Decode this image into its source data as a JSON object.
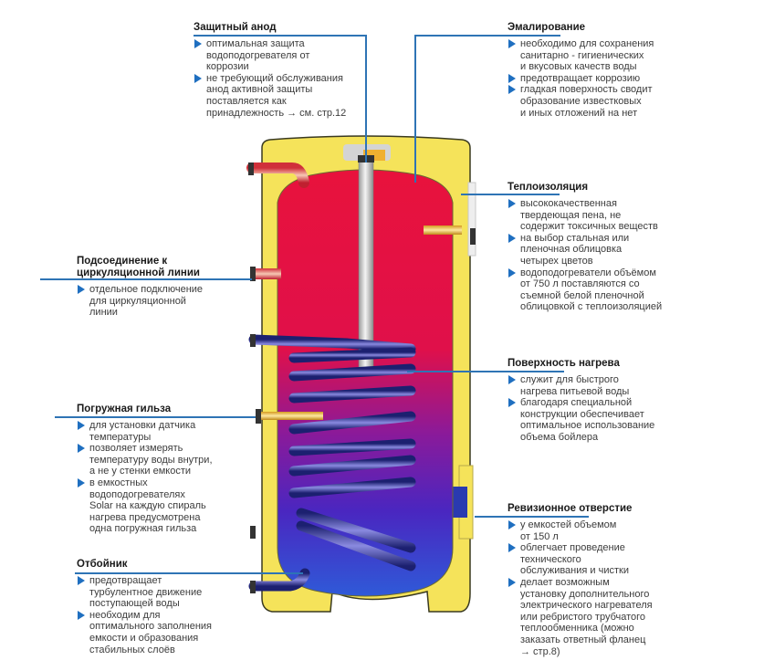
{
  "diagram": {
    "subject": "water-heater-cutaway",
    "colors": {
      "accent": "#2e74b5",
      "bullet": "#1f6fc0",
      "insulation": "#f5e35a",
      "hot_water": "#e8123c",
      "cold_water": "#3b28c8",
      "coil": "#2b2f8a",
      "anode": "#d8d8d8"
    }
  },
  "callouts": {
    "anode": {
      "title": "Защитный анод",
      "items": [
        "оптимальная защита\nводоподогревателя от\nкоррозии",
        "не требующий обслуживания\nанод активной защиты\nпоставляется как\nпринадлежность → см. стр.12"
      ]
    },
    "enamel": {
      "title": "Эмалирование",
      "items": [
        "необходимо для сохранения\nсанитарно - гигиенических\nи вкусовых качеств воды",
        "предотвращает коррозию",
        "гладкая поверхность сводит\nобразование известковых\nи иных отложений на нет"
      ]
    },
    "insulation": {
      "title": "Теплоизоляция",
      "items": [
        "высококачественная\nтвердеющая пена, не\nсодержит токсичных веществ",
        "на выбор стальная или\nпленочная облицовка\nчетырех цветов",
        "водоподогреватели объёмом\nот 750 л поставляются со\nсъемной белой пленочной\nоблицовкой с теплоизоляцией"
      ]
    },
    "circulation": {
      "title": "Подсоединение к\nциркуляционной линии",
      "items": [
        "отдельное подключение\nдля циркуляционной\nлинии"
      ]
    },
    "heating_surface": {
      "title": "Поверхность нагрева",
      "items": [
        "служит для быстрого\nнагрева питьевой воды",
        "благодаря специальной\nконструкции обеспечивает\nоптимальное использование\nобъема бойлера"
      ]
    },
    "sleeve": {
      "title": "Погружная гильза",
      "items": [
        "для установки датчика\nтемпературы",
        "позволяет измерять\nтемпературу воды внутри,\nа не у стенки емкости",
        "в емкостных\nводоподогревателях\nSolar на каждую спираль\nнагрева предусмотрена\nодна погружная гильза"
      ]
    },
    "inspection": {
      "title": "Ревизионное отверстие",
      "items": [
        "у емкостей объемом\nот 150 л",
        "облегчает проведение\nтехнического\nобслуживания и чистки",
        "делает возможным\nустановку дополнительного\nэлектрического нагревателя\nили ребристого трубчатого\nтеплообменника (можно\nзаказать ответный фланец\n→ стр.8)"
      ]
    },
    "deflector": {
      "title": "Отбойник",
      "items": [
        "предотвращает\nтурбулентное движение\nпоступающей воды",
        "необходим для\nоптимального заполнения\nемкости и образования\nстабильных слоёв"
      ]
    }
  }
}
